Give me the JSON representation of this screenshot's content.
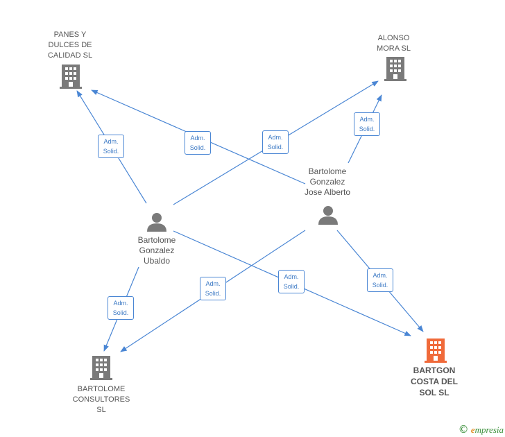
{
  "colors": {
    "edge": "#4a86d4",
    "building": "#7a7a7a",
    "building_highlight": "#f06a3a",
    "person": "#7a7a7a"
  },
  "companies": [
    {
      "id": "panes",
      "lines": [
        "PANES Y",
        "DULCES DE",
        "CALIDAD  SL"
      ],
      "icon": "building-icon",
      "highlight": false
    },
    {
      "id": "alonso",
      "lines": [
        "ALONSO",
        "MORA SL"
      ],
      "icon": "building-icon",
      "highlight": false
    },
    {
      "id": "bartolome-consultores",
      "lines": [
        "BARTOLOME",
        "CONSULTORES",
        "SL"
      ],
      "icon": "building-icon",
      "highlight": false
    },
    {
      "id": "bartgon",
      "lines": [
        "BARTGON",
        "COSTA DEL",
        "SOL  SL"
      ],
      "icon": "building-icon",
      "highlight": true
    }
  ],
  "persons": [
    {
      "id": "ubaldo",
      "lines": [
        "Bartolome",
        "Gonzalez",
        "Ubaldo"
      ],
      "icon": "person-icon"
    },
    {
      "id": "jose-alberto",
      "lines": [
        "Bartolome",
        "Gonzalez",
        "Jose Alberto"
      ],
      "icon": "person-icon"
    }
  ],
  "edge_label": [
    "Adm.",
    "Solid."
  ],
  "edges": [
    {
      "from": "ubaldo",
      "to": "panes",
      "label": [
        "Adm.",
        "Solid."
      ]
    },
    {
      "from": "ubaldo",
      "to": "alonso",
      "label": [
        "Adm.",
        "Solid."
      ]
    },
    {
      "from": "ubaldo",
      "to": "bartolome-consultores",
      "label": [
        "Adm.",
        "Solid."
      ]
    },
    {
      "from": "ubaldo",
      "to": "bartgon",
      "label": [
        "Adm.",
        "Solid."
      ]
    },
    {
      "from": "jose-alberto",
      "to": "panes",
      "label": [
        "Adm.",
        "Solid."
      ]
    },
    {
      "from": "jose-alberto",
      "to": "alonso",
      "label": [
        "Adm.",
        "Solid."
      ]
    },
    {
      "from": "jose-alberto",
      "to": "bartolome-consultores",
      "label": [
        "Adm.",
        "Solid."
      ]
    },
    {
      "from": "jose-alberto",
      "to": "bartgon",
      "label": [
        "Adm.",
        "Solid."
      ]
    }
  ],
  "watermark": {
    "copyright": "©",
    "brand_initial": "e",
    "brand_rest": "mpresia"
  }
}
